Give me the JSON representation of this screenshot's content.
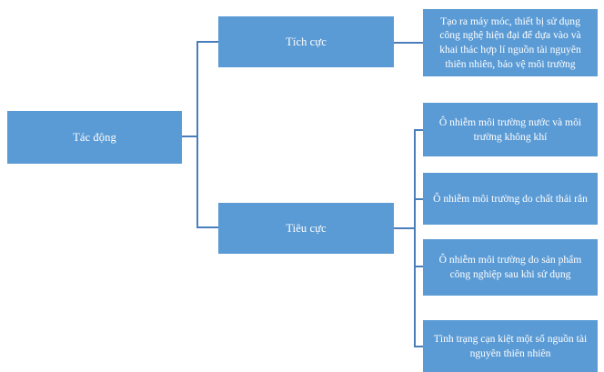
{
  "diagram": {
    "title": "Tác động",
    "type": "hierarchy-tree",
    "colors": {
      "node_fill": "#5B9BD5",
      "node_text": "#FFFFFF",
      "connector": "#4A7EBB",
      "background": "#FFFFFF"
    },
    "root": {
      "label": "Tác động"
    },
    "branches": [
      {
        "label": "Tích cực",
        "children": [
          {
            "label": "Tạo ra máy móc, thiết bị sử dụng công nghệ hiện đại để dựa vào và khai thác hợp lí nguồn tài nguyên thiên nhiên, bảo vệ môi trường"
          }
        ]
      },
      {
        "label": "Tiêu cực",
        "children": [
          {
            "label": "Ô nhiễm môi trường nước và môi trường không khí"
          },
          {
            "label": "Ô nhiễm môi trường do chất thải rắn"
          },
          {
            "label": "Ô nhiễm môi trường do sản phẩm công nghiệp sau khi sử dụng"
          },
          {
            "label": "Tình trạng cạn kiệt một số nguồn tài nguyên thiên nhiên"
          }
        ]
      }
    ]
  }
}
